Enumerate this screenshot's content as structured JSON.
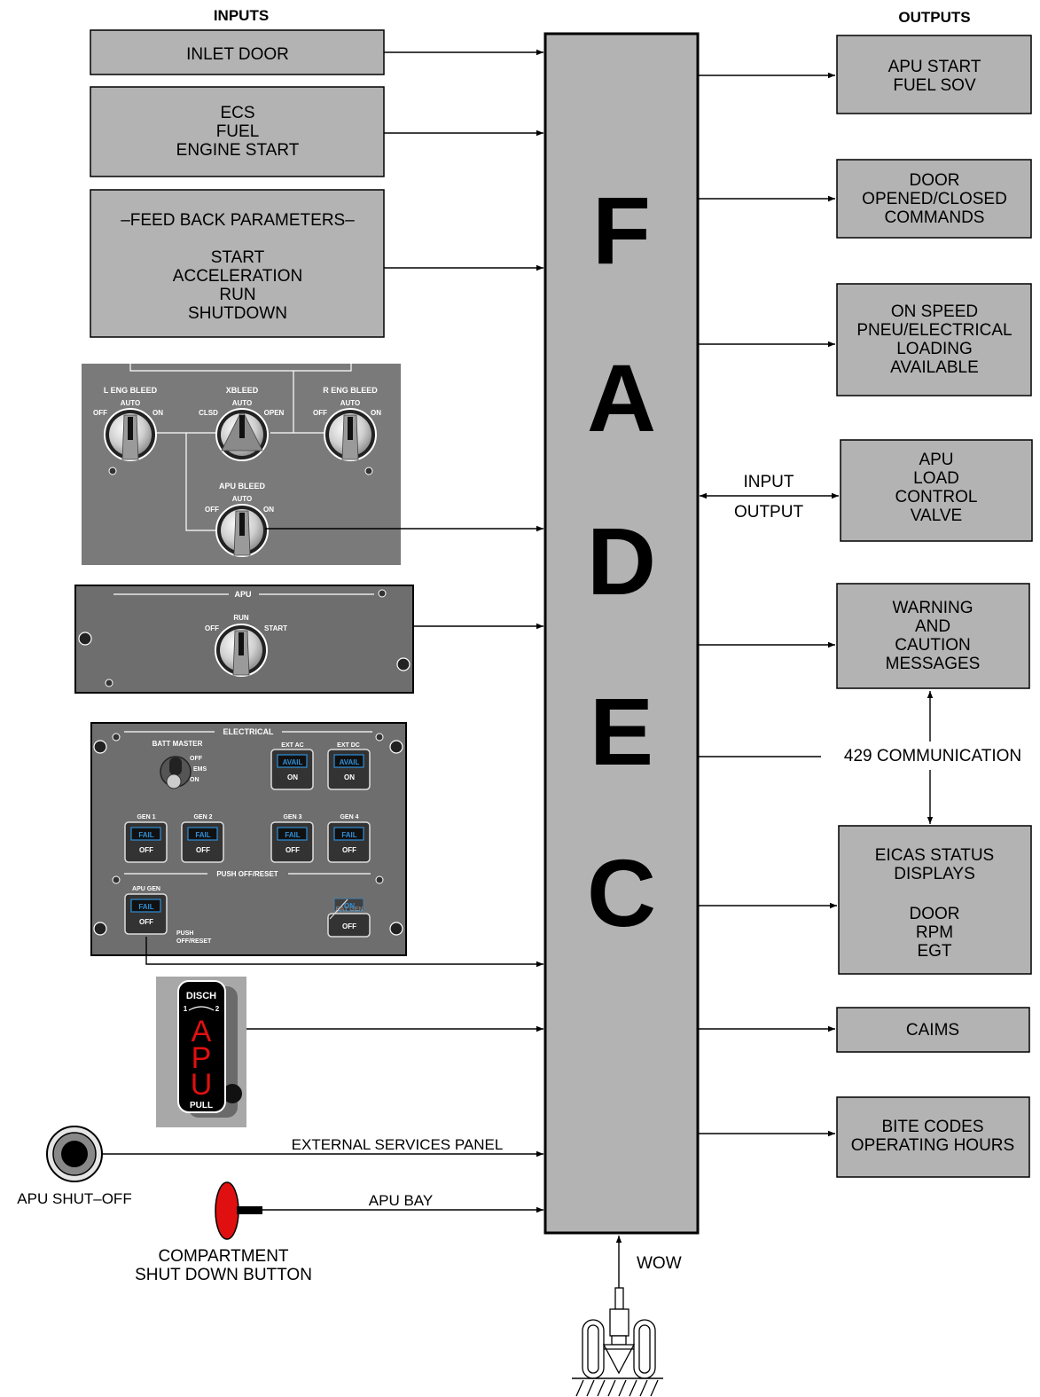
{
  "headers": {
    "inputs": "INPUTS",
    "outputs": "OUTPUTS"
  },
  "fadec": {
    "letters": [
      "F",
      "A",
      "D",
      "E",
      "C"
    ]
  },
  "inputs": {
    "inlet_door": "INLET DOOR",
    "ecs": [
      "ECS",
      "FUEL",
      "ENGINE START"
    ],
    "feedback_title": "–FEED BACK PARAMETERS–",
    "feedback": [
      "START",
      "ACCELERATION",
      "RUN",
      "SHUTDOWN"
    ]
  },
  "outputs": {
    "fuel_sov": [
      "APU START",
      "FUEL SOV"
    ],
    "door_cmd": [
      "DOOR",
      "OPENED/CLOSED",
      "COMMANDS"
    ],
    "on_speed": [
      "ON SPEED",
      "PNEU/ELECTRICAL",
      "LOADING",
      "AVAILABLE"
    ],
    "load_valve": [
      "APU",
      "LOAD",
      "CONTROL",
      "VALVE"
    ],
    "warnings": [
      "WARNING",
      "AND",
      "CAUTION",
      "MESSAGES"
    ],
    "eicas": [
      "EICAS STATUS",
      "DISPLAYS",
      "",
      "DOOR",
      "RPM",
      "EGT"
    ],
    "caims": "CAIMS",
    "bite": [
      "BITE CODES",
      "OPERATING HOURS"
    ]
  },
  "io_labels": {
    "input": "INPUT",
    "output": "OUTPUT"
  },
  "comm_429": "429 COMMUNICATION",
  "bleed_panel": {
    "l_eng": {
      "title": "L ENG BLEED",
      "top": "AUTO",
      "left": "OFF",
      "right": "ON"
    },
    "xbleed": {
      "title": "XBLEED",
      "top": "AUTO",
      "left": "CLSD",
      "right": "OPEN"
    },
    "r_eng": {
      "title": "R ENG BLEED",
      "top": "AUTO",
      "left": "OFF",
      "right": "ON"
    },
    "apu": {
      "title": "APU BLEED",
      "top": "AUTO",
      "left": "OFF",
      "right": "ON"
    }
  },
  "apu_panel": {
    "title": "APU",
    "top": "RUN",
    "left": "OFF",
    "right": "START"
  },
  "elec_panel": {
    "title": "ELECTRICAL",
    "batt_master": "BATT MASTER",
    "batt_positions": [
      "OFF",
      "EMS",
      "ON"
    ],
    "ext_ac": "EXT AC",
    "ext_dc": "EXT DC",
    "avail": "AVAIL",
    "on": "ON",
    "gens": [
      "GEN 1",
      "GEN 2",
      "GEN 3",
      "GEN 4"
    ],
    "fail": "FAIL",
    "off": "OFF",
    "push_off_reset": "PUSH OFF/RESET",
    "apu_gen": "APU GEN",
    "rat_gen": "RAT GEN",
    "push_lines": [
      "PUSH",
      "OFF/RESET"
    ]
  },
  "fire_handle": {
    "disch": "DISCH",
    "pos1": "1",
    "pos2": "2",
    "letters": [
      "A",
      "P",
      "U"
    ],
    "pull": "PULL"
  },
  "external_panel": "EXTERNAL SERVICES PANEL",
  "apu_shutoff": "APU SHUT–OFF",
  "apu_bay": "APU BAY",
  "compartment": [
    "COMPARTMENT",
    "SHUT DOWN BUTTON"
  ],
  "wow": "WOW",
  "colors": {
    "box_gray": "#b3b3b3",
    "panel_gray": "#6e6e6e",
    "annunciator_blue": "#2f8fd8",
    "apu_red": "#e01010"
  }
}
